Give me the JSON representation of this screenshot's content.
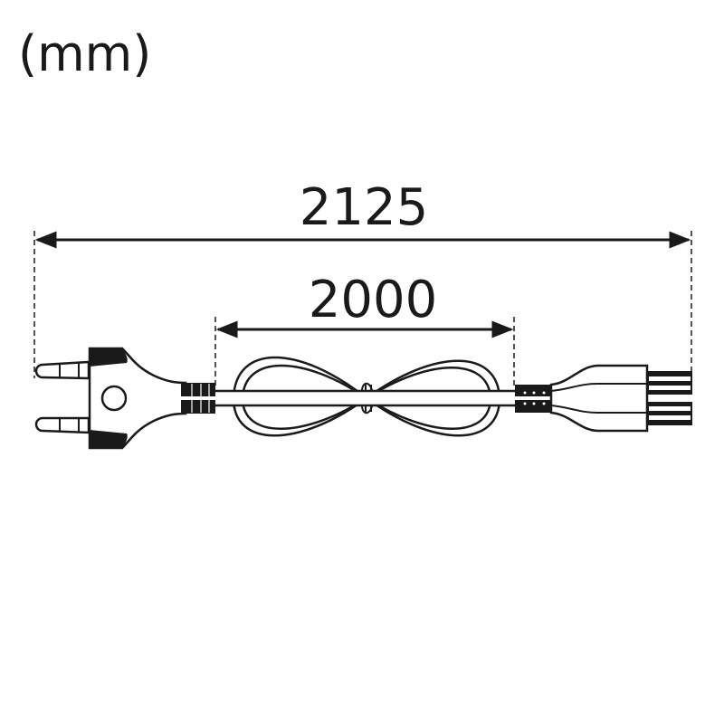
{
  "units_label": "(mm)",
  "dimensions": {
    "overall_length": "2125",
    "cable_length": "2000"
  },
  "colors": {
    "ink": "#1a1a1a",
    "background": "#ffffff"
  }
}
